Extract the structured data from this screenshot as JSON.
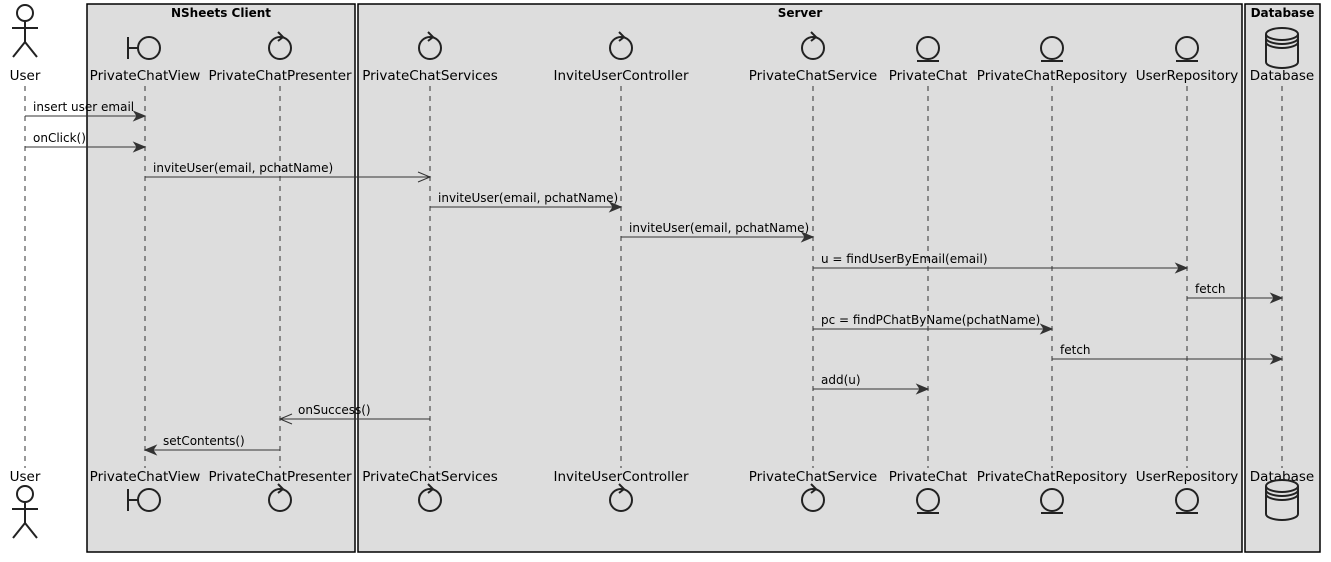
{
  "groups": [
    {
      "id": "client",
      "title": "NSheets Client"
    },
    {
      "id": "server",
      "title": "Server"
    },
    {
      "id": "database",
      "title": "Database"
    }
  ],
  "participants": [
    {
      "id": "user",
      "name": "User",
      "kind": "actor"
    },
    {
      "id": "view",
      "name": "PrivateChatView",
      "kind": "boundary"
    },
    {
      "id": "presenter",
      "name": "PrivateChatPresenter",
      "kind": "control"
    },
    {
      "id": "services",
      "name": "PrivateChatServices",
      "kind": "control"
    },
    {
      "id": "controller",
      "name": "InviteUserController",
      "kind": "control"
    },
    {
      "id": "service",
      "name": "PrivateChatService",
      "kind": "control"
    },
    {
      "id": "pchat",
      "name": "PrivateChat",
      "kind": "entity"
    },
    {
      "id": "pchatrepo",
      "name": "PrivateChatRepository",
      "kind": "entity"
    },
    {
      "id": "userrepo",
      "name": "UserRepository",
      "kind": "entity"
    },
    {
      "id": "db",
      "name": "Database",
      "kind": "database"
    }
  ],
  "messages": [
    {
      "from": "user",
      "to": "view",
      "label": "insert user email",
      "style": "sync"
    },
    {
      "from": "user",
      "to": "view",
      "label": "onClick()",
      "style": "sync"
    },
    {
      "from": "view",
      "to": "services",
      "label": "inviteUser(email, pchatName)",
      "style": "async"
    },
    {
      "from": "services",
      "to": "controller",
      "label": "inviteUser(email, pchatName)",
      "style": "sync"
    },
    {
      "from": "controller",
      "to": "service",
      "label": "inviteUser(email, pchatName)",
      "style": "sync"
    },
    {
      "from": "service",
      "to": "userrepo",
      "label": "u = findUserByEmail(email)",
      "style": "sync"
    },
    {
      "from": "userrepo",
      "to": "db",
      "label": "fetch",
      "style": "sync"
    },
    {
      "from": "service",
      "to": "pchatrepo",
      "label": "pc = findPChatByName(pchatName)",
      "style": "sync"
    },
    {
      "from": "pchatrepo",
      "to": "db",
      "label": "fetch",
      "style": "sync"
    },
    {
      "from": "service",
      "to": "pchat",
      "label": "add(u)",
      "style": "sync"
    },
    {
      "from": "services",
      "to": "presenter",
      "label": "onSuccess()",
      "style": "async"
    },
    {
      "from": "presenter",
      "to": "view",
      "label": "setContents()",
      "style": "sync"
    }
  ],
  "colors": {
    "group_fill": "#DDDDDD",
    "group_stroke": "#000000",
    "line": "#333333"
  }
}
